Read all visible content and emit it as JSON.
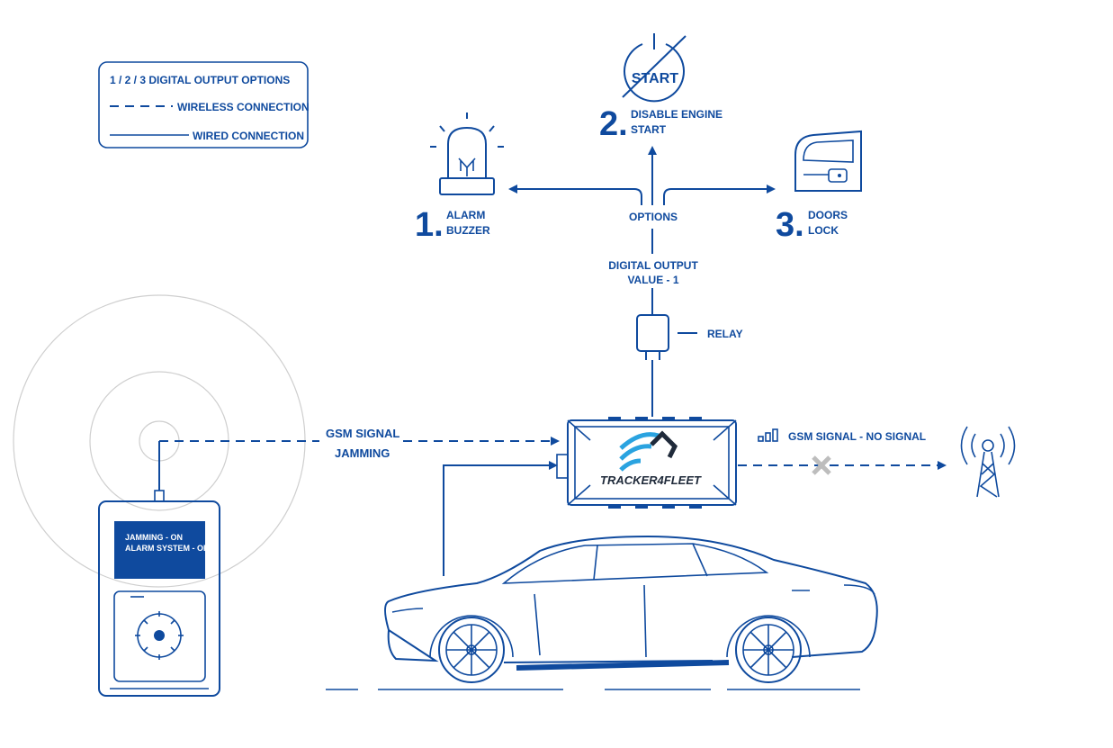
{
  "legend": {
    "options_text": "1 / 2 / 3   DIGITAL OUTPUT OPTIONS",
    "wireless_text": "WIRELESS CONNECTION",
    "wired_text": "WIRED CONNECTION"
  },
  "options": {
    "alarm": {
      "number": "1.",
      "line1": "ALARM",
      "line2": "BUZZER"
    },
    "engine": {
      "number": "2.",
      "line1": "DISABLE ENGINE",
      "line2": "START",
      "icon_text": "START"
    },
    "doors": {
      "number": "3.",
      "line1": "DOORS",
      "line2": "LOCK"
    },
    "options_label": "OPTIONS"
  },
  "digital_output": {
    "line1": "DIGITAL OUTPUT",
    "line2": "VALUE - 1"
  },
  "relay": {
    "label": "RELAY"
  },
  "jammer": {
    "signal_line1": "GSM SIGNAL",
    "signal_line2": "JAMMING",
    "screen_line1": "JAMMING - ON",
    "screen_line2": "ALARM SYSTEM - OFF"
  },
  "tracker": {
    "brand": "TRACKER4FLEET"
  },
  "gsm": {
    "status": "GSM SIGNAL - NO SIGNAL"
  },
  "colors": {
    "primary": "#0f4a9e",
    "accent": "#2aa3e0",
    "gray": "#bdbdbd"
  },
  "icons": [
    "alarm-siren-icon",
    "engine-start-icon",
    "door-lock-icon",
    "relay-icon",
    "cell-tower-icon",
    "signal-bars-icon",
    "cross-icon",
    "car-icon",
    "jammer-device-icon"
  ]
}
